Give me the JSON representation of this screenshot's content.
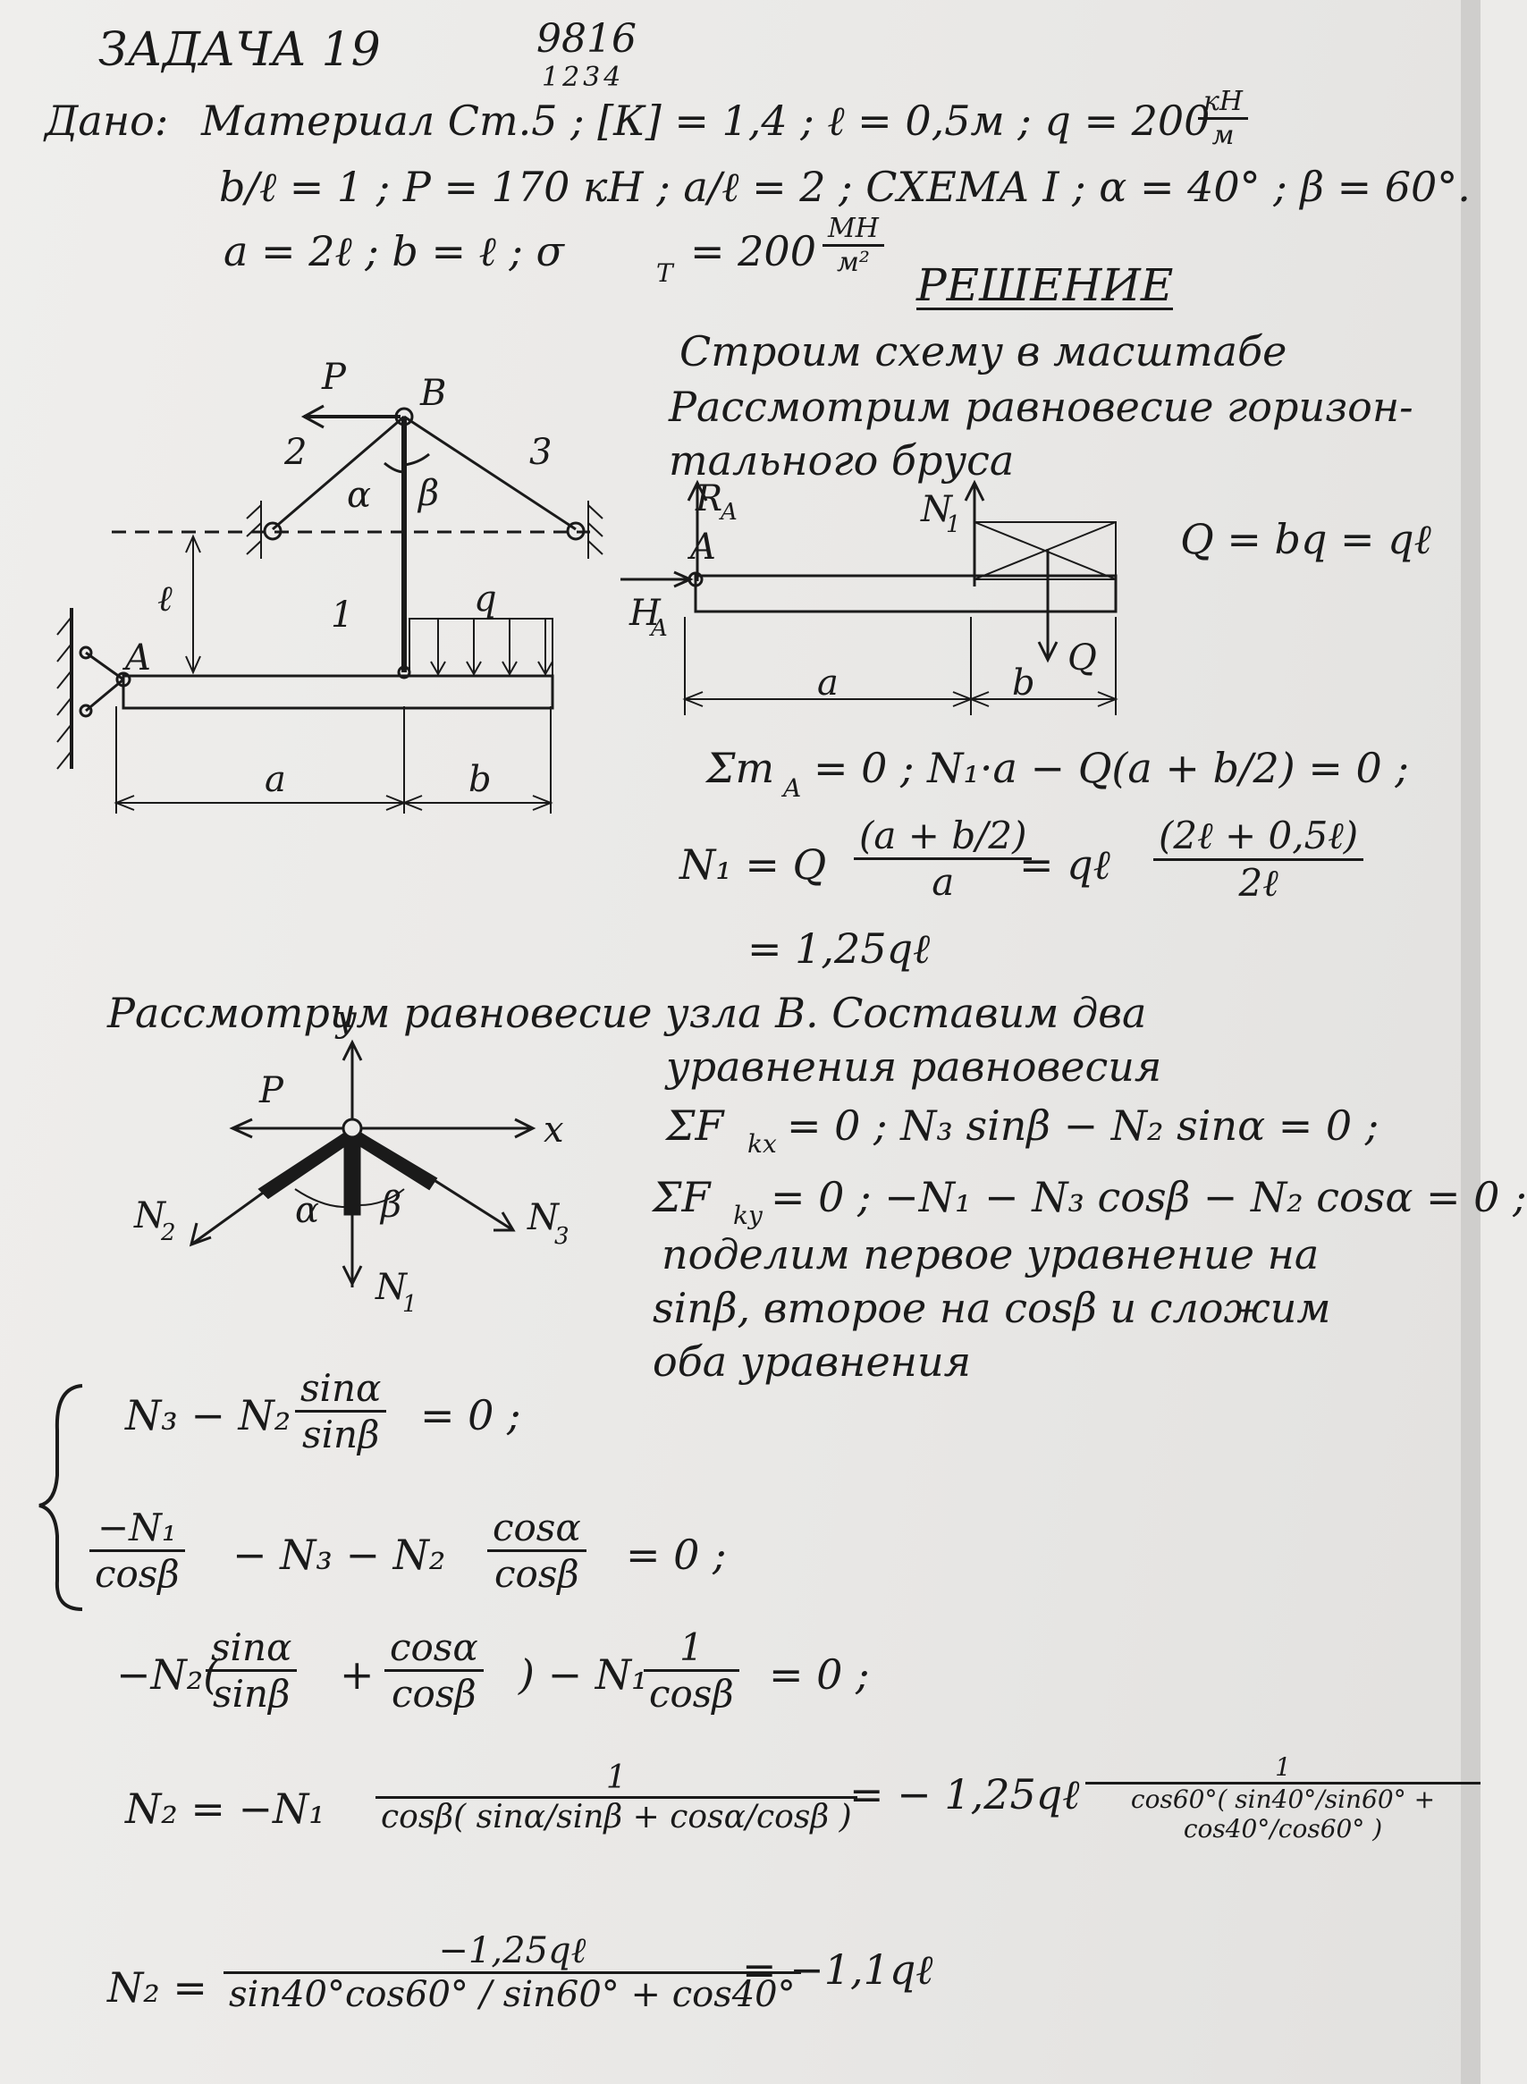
{
  "header": {
    "title": "ЗАДАЧА 19",
    "variant_code": "9816",
    "variant_index": "1234"
  },
  "given": {
    "label": "Дано:",
    "line1": "Материал Ст.5 ; [К] = 1,4 ; ℓ = 0,5м ; q = 200",
    "line1_unit_num": "кН",
    "line1_unit_den": "м",
    "line2": "b/ℓ = 1 ; P = 170 кН ; a/ℓ = 2 ; СХЕМА I ; α = 40° ; β = 60°.",
    "line3": "a = 2ℓ ; b = ℓ ; σ",
    "line3_sub": "Т",
    "line3_val": "= 200",
    "line3_unit_num": "МН",
    "line3_unit_den": "м²"
  },
  "solution": {
    "heading": "РЕШЕНИЕ",
    "p1_line1": "Строим схему в масштабе",
    "p1_line2": "Рассмотрим равновесие горизон-",
    "p1_line3": "тального бруса",
    "q_formula": "Q = bq = qℓ",
    "moment_eq": "Σm",
    "moment_sub": "A",
    "moment_rest": "= 0 ;  N₁·a − Q(a + b/2) = 0 ;",
    "n1_lhs": "N₁ = Q",
    "n1_frac_num": "(a + b/2)",
    "n1_frac_den": "a",
    "n1_mid": "= qℓ",
    "n1_frac2_num": "(2ℓ + 0,5ℓ)",
    "n1_frac2_den": "2ℓ",
    "n1_result": "= 1,25qℓ",
    "p2_line1": "Рассмотрим равновесие узла B. Составим два",
    "p2_line2": "уравнения равновесия",
    "eq_x": "ΣF",
    "eq_x_sub": "kx",
    "eq_x_rest": "= 0 ;     N₃ sinβ − N₂ sinα = 0 ;",
    "eq_y": "ΣF",
    "eq_y_sub": "ky",
    "eq_y_rest": "= 0 ;   −N₁ − N₃ cosβ − N₂ cosα = 0 ;",
    "p3_line1": "поделим первое уравнение на",
    "p3_line2": "sinβ, второе на cosβ и сложим",
    "p3_line3": "оба уравнения",
    "sys1_a": "N₃ − N₂",
    "sys1_num": "sinα",
    "sys1_den": "sinβ",
    "sys1_b": "= 0 ;",
    "sys2_num1": "−N₁",
    "sys2_den1": "cosβ",
    "sys2_a": "− N₃ − N₂",
    "sys2_num2": "cosα",
    "sys2_den2": "cosβ",
    "sys2_b": "= 0 ;",
    "sum_a": "−N₂(",
    "sum_num1": "sinα",
    "sum_den1": "sinβ",
    "sum_plus": "+",
    "sum_num2": "cosα",
    "sum_den2": "cosβ",
    "sum_b": ") − N₁",
    "sum_num3": "1",
    "sum_den3": "cosβ",
    "sum_c": "= 0 ;",
    "n2_lhs": "N₂ = −N₁",
    "n2_num": "1",
    "n2_den": "cosβ( sinα/sinβ + cosα/cosβ )",
    "n2_mid": "= − 1,25qℓ",
    "n2_num_b": "1",
    "n2_den_b": "cos60°( sin40°/sin60° + cos40°/cos60° )",
    "n2f_lhs": "N₂ =",
    "n2f_num": "−1,25qℓ",
    "n2f_den": "sin40°cos60° / sin60° + cos40°",
    "n2f_result": "= −1,1qℓ"
  },
  "diagram1": {
    "labels": {
      "P": "P",
      "B": "B",
      "A": "A",
      "q": "q",
      "rod1": "1",
      "rod2": "2",
      "rod3": "3",
      "alpha": "α",
      "beta": "β",
      "l": "ℓ",
      "a": "a",
      "b": "b"
    }
  },
  "diagram2": {
    "labels": {
      "RA": "R",
      "RA_sub": "A",
      "HA": "H",
      "HA_sub": "A",
      "A": "A",
      "N1": "N",
      "N1_sub": "1",
      "Q": "Q",
      "a": "a",
      "b": "b"
    }
  },
  "diagram3": {
    "labels": {
      "y": "y",
      "x": "x",
      "P": "P",
      "N1": "N",
      "N1_sub": "1",
      "N2": "N",
      "N2_sub": "2",
      "N3": "N",
      "N3_sub": "3",
      "alpha": "α",
      "beta": "β"
    }
  }
}
